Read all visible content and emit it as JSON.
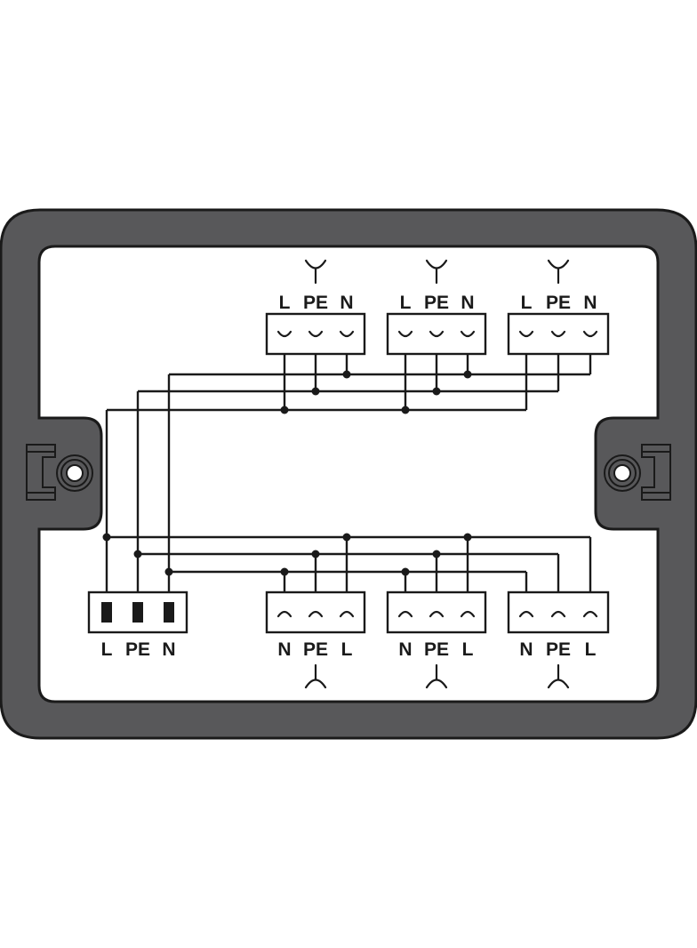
{
  "diagram": {
    "colors": {
      "housing": "#58585a",
      "housing_outline": "#1a1a1a",
      "wire": "#1a1a1a",
      "background": "#ffffff"
    },
    "input_connector": {
      "labels": [
        "L",
        "PE",
        "N"
      ]
    },
    "top_connectors": [
      {
        "labels": [
          "L",
          "PE",
          "N"
        ]
      },
      {
        "labels": [
          "L",
          "PE",
          "N"
        ]
      },
      {
        "labels": [
          "L",
          "PE",
          "N"
        ]
      }
    ],
    "bottom_connectors": [
      {
        "labels": [
          "N",
          "PE",
          "L"
        ]
      },
      {
        "labels": [
          "N",
          "PE",
          "L"
        ]
      },
      {
        "labels": [
          "N",
          "PE",
          "L"
        ]
      }
    ]
  }
}
